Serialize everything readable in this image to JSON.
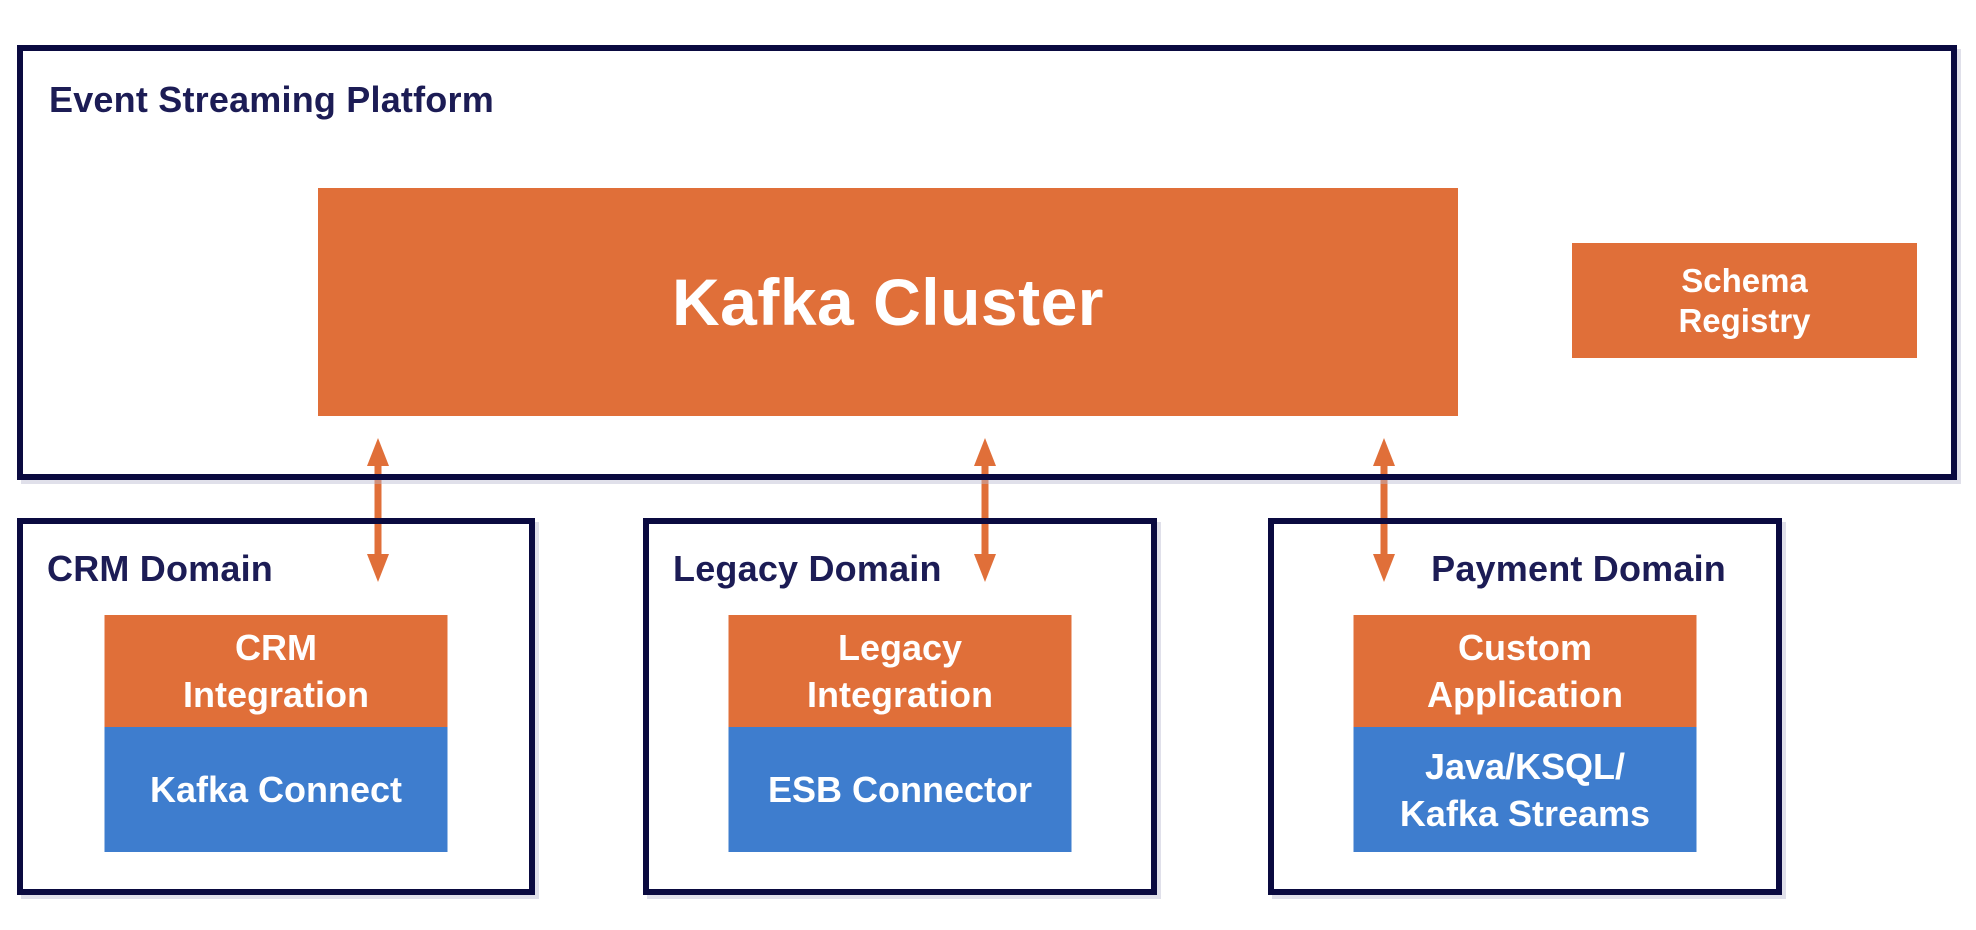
{
  "colors": {
    "accent_orange": "#E06F39",
    "accent_blue": "#3E7DCE",
    "navy_border": "#0A0A40",
    "navy_text": "#1C1C55",
    "label_on_color": "#FFFFFF"
  },
  "platform": {
    "title": "Event Streaming Platform",
    "kafka_cluster_label": "Kafka Cluster",
    "schema_registry_label": "Schema\nRegistry"
  },
  "domains": [
    {
      "title": "CRM Domain",
      "top_label": "CRM\nIntegration",
      "bottom_label": "Kafka Connect"
    },
    {
      "title": "Legacy Domain",
      "top_label": "Legacy\nIntegration",
      "bottom_label": "ESB Connector"
    },
    {
      "title": "Payment Domain",
      "top_label": "Custom\nApplication",
      "bottom_label": "Java/KSQL/\nKafka Streams"
    }
  ],
  "connections": [
    {
      "from": "Kafka Cluster",
      "to": "CRM Domain",
      "type": "bidirectional"
    },
    {
      "from": "Kafka Cluster",
      "to": "Legacy Domain",
      "type": "bidirectional"
    },
    {
      "from": "Kafka Cluster",
      "to": "Payment Domain",
      "type": "bidirectional"
    }
  ]
}
